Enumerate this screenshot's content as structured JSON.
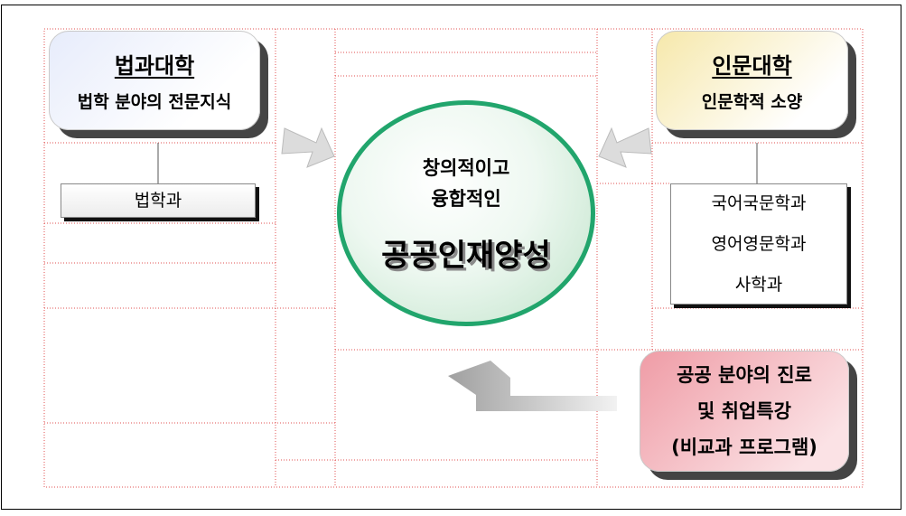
{
  "law_college": {
    "title": "법과대학",
    "subtitle": "법학 분야의 전문지식",
    "departments": [
      "법학과"
    ]
  },
  "humanities_college": {
    "title": "인문대학",
    "subtitle": "인문학적 소양",
    "departments": [
      "국어국문학과",
      "영어영문학과",
      "사학과"
    ]
  },
  "center": {
    "line1": "창의적이고",
    "line2": "융합적인",
    "main": "공공인재양성"
  },
  "public_career": {
    "lines": [
      "공공 분야의 진로",
      "및 취업특강",
      "(비교과 프로그램)"
    ]
  },
  "colors": {
    "circle_border": "#21a56c",
    "grid_line": "#e05050",
    "arrow": "#999999"
  }
}
